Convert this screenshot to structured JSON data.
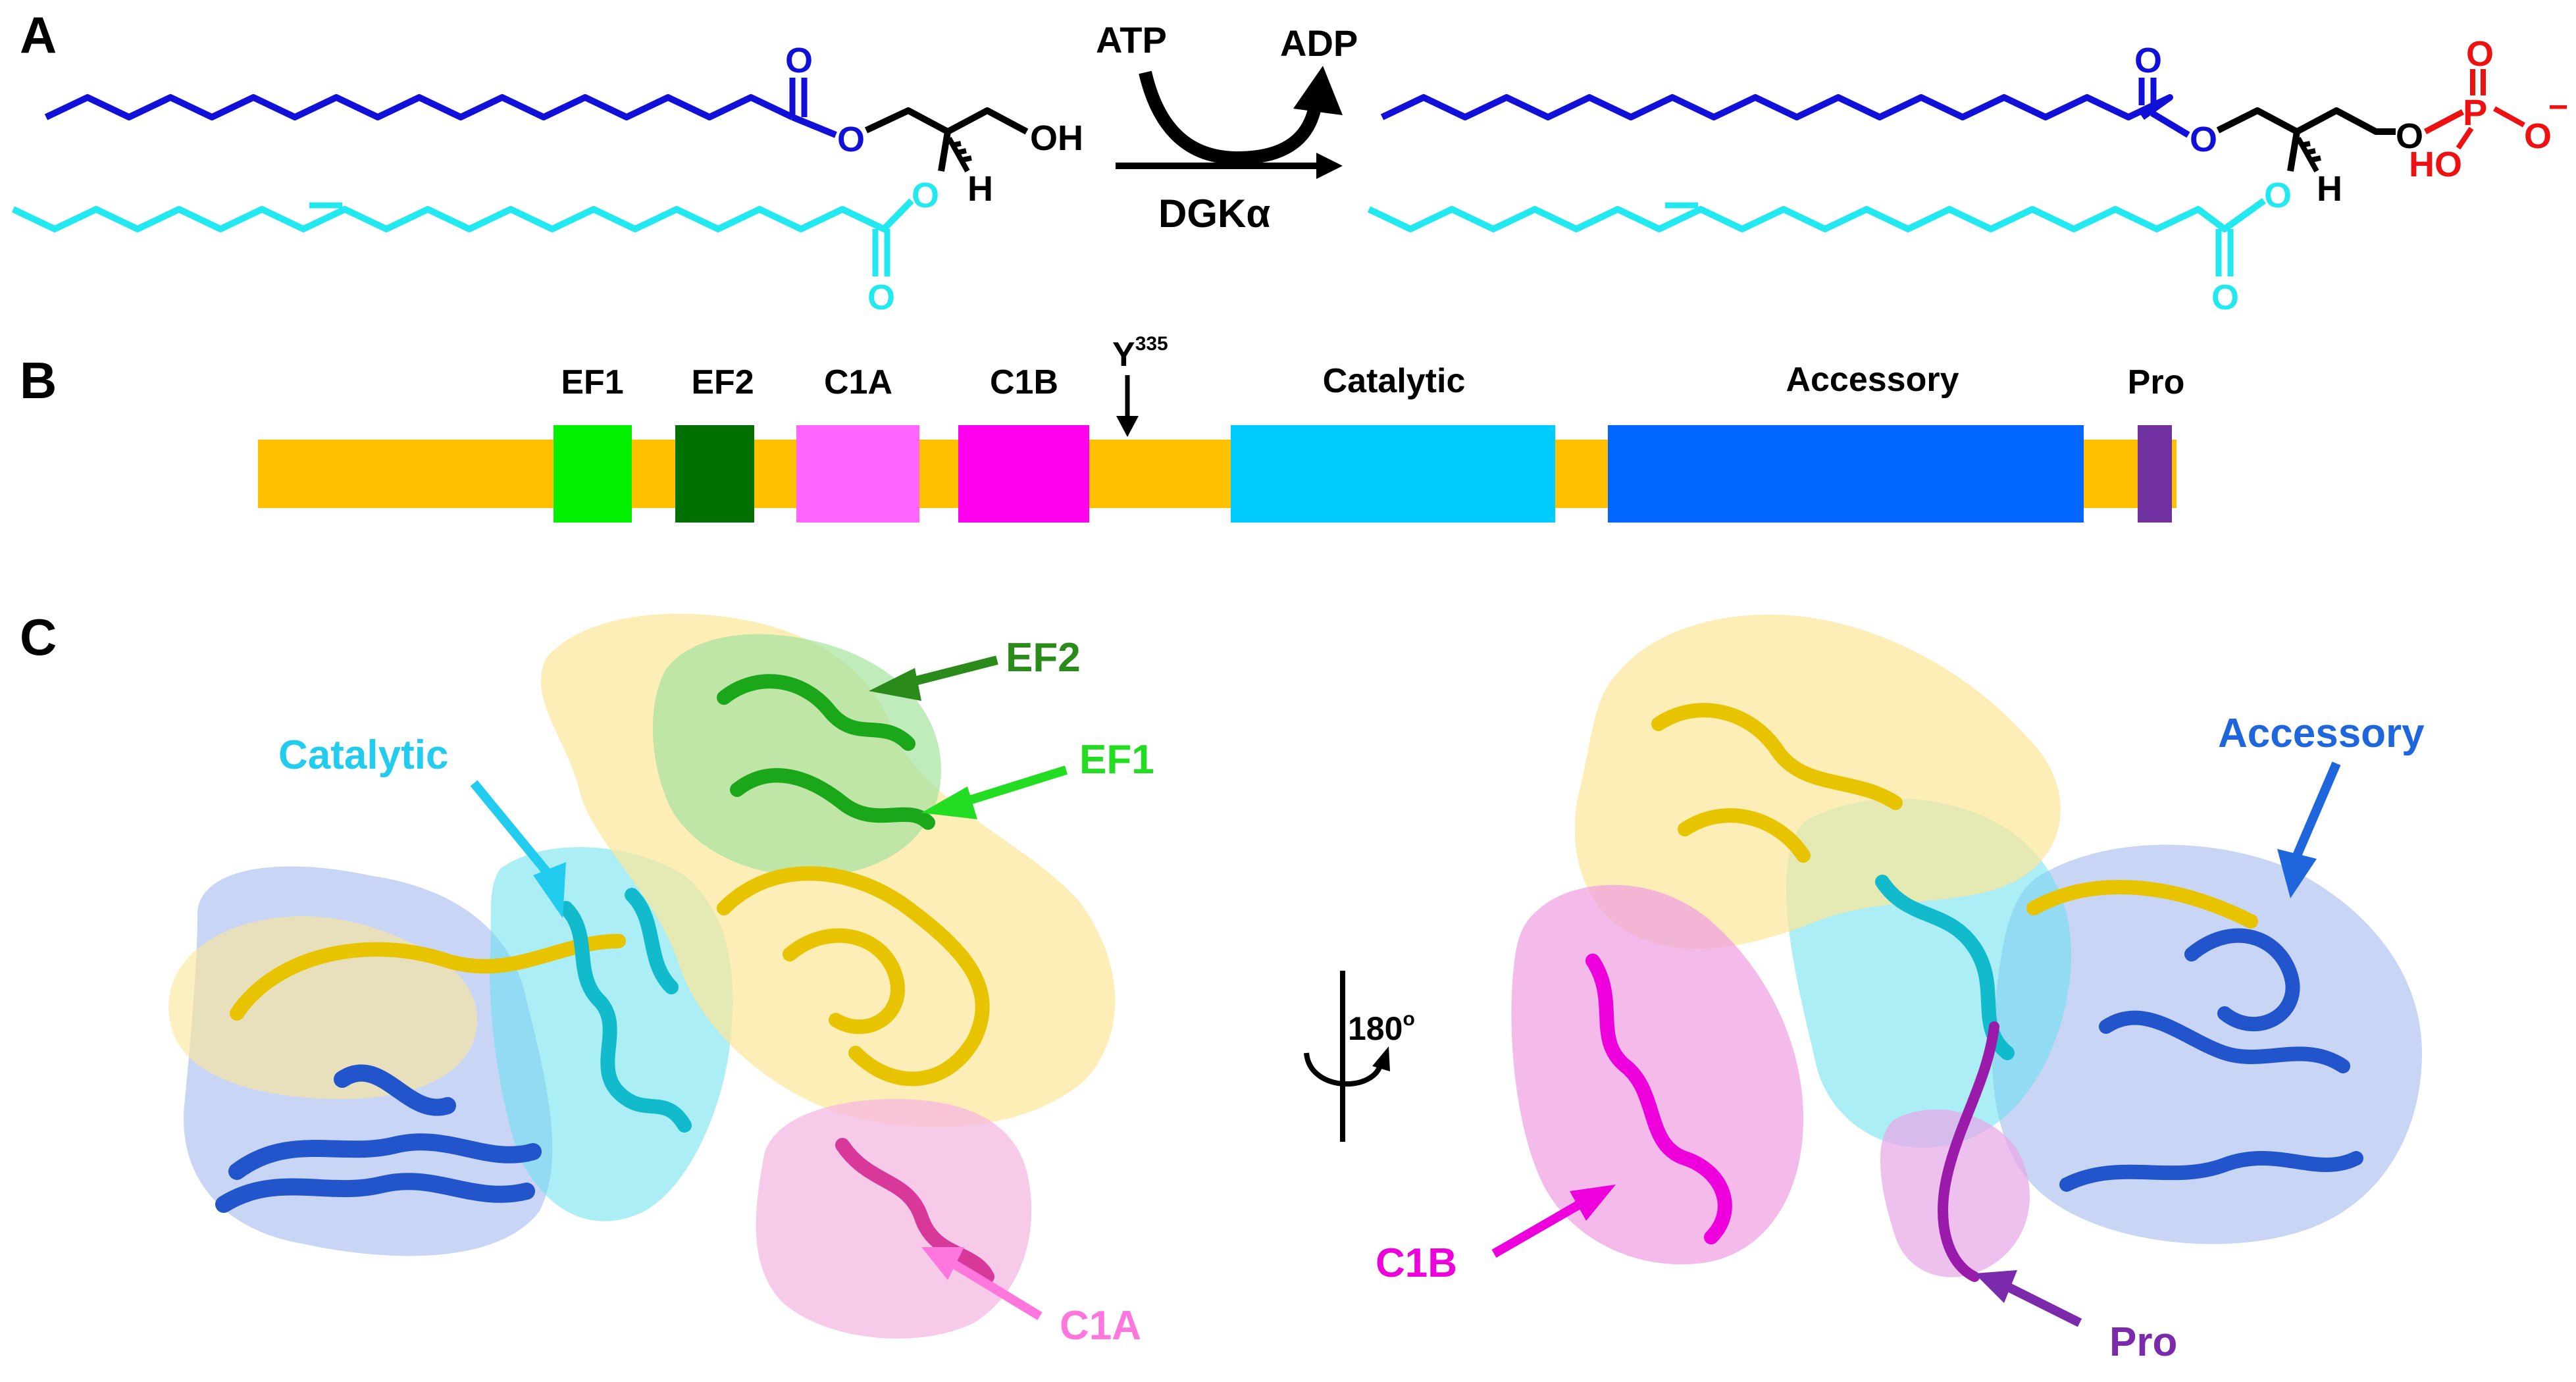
{
  "panels": {
    "a": {
      "letter": "A",
      "atp": "ATP",
      "adp": "ADP",
      "enzyme": "DGKα",
      "atoms": {
        "o": "O",
        "oh": "OH",
        "h": "H",
        "p": "P",
        "o_minus": "O",
        "minus": "−",
        "ho": "HO"
      }
    },
    "b": {
      "letter": "B",
      "y335": "Y",
      "y335_sup": "335",
      "domains": [
        {
          "label": "EF1",
          "color": "#00f000"
        },
        {
          "label": "EF2",
          "color": "#007000"
        },
        {
          "label": "C1A",
          "color": "#ff66ff"
        },
        {
          "label": "C1B",
          "color": "#ff00ee"
        },
        {
          "label": "Catalytic",
          "color": "#00ccff"
        },
        {
          "label": "Accessory",
          "color": "#0066ff"
        },
        {
          "label": "Pro",
          "color": "#7030a0"
        }
      ],
      "backbone_color": "#ffc000"
    },
    "c": {
      "letter": "C",
      "rotation": "180",
      "rotation_sup": "o",
      "left_labels": {
        "ef2": "EF2",
        "ef1": "EF1",
        "catalytic": "Catalytic",
        "c1a": "C1A"
      },
      "right_labels": {
        "accessory": "Accessory",
        "c1b": "C1B",
        "pro": "Pro"
      }
    }
  },
  "colors": {
    "palmitoyl": "#1010d8",
    "oleoyl": "#22e8f0",
    "phosphate": "#ee1111",
    "ef2": "#2a8a1a",
    "ef1": "#22dd22",
    "catalytic": "#22ccee",
    "c1a": "#ff77dd",
    "c1b": "#ee00dd",
    "accessory": "#1f66dd",
    "pro": "#7a2aaa",
    "yellow_domain": "#ffd700"
  }
}
